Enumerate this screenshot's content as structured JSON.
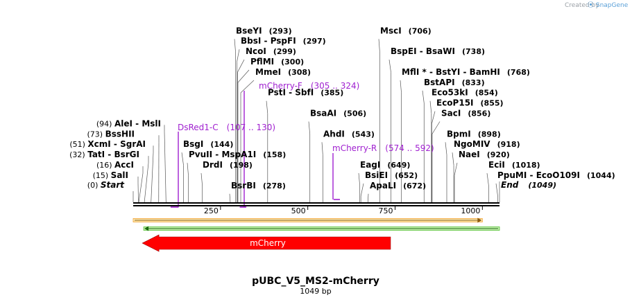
{
  "credit": {
    "prefix": "Created by",
    "brand": "SnapGene"
  },
  "map": {
    "title": "pUBC_V5_MS2-mCherry",
    "subtitle": "1049 bp",
    "length": 1049,
    "ticks": [
      250,
      500,
      750,
      1000
    ],
    "ends": [
      {
        "name": "Start",
        "pos": "(0)",
        "at": 0
      },
      {
        "name": "End",
        "pos": "(1049)",
        "at": 1049
      }
    ],
    "sites": [
      {
        "id": "sali",
        "names": [
          "SalI"
        ],
        "pos": "(15)",
        "at": 15,
        "side": "left"
      },
      {
        "id": "acci",
        "names": [
          "AccI"
        ],
        "pos": "(16)",
        "at": 16,
        "side": "left"
      },
      {
        "id": "tati",
        "names": [
          "TatI",
          "BsrGI"
        ],
        "pos": "(32)",
        "at": 32,
        "side": "left"
      },
      {
        "id": "xcmi",
        "names": [
          "XcmI",
          "SgrAI"
        ],
        "pos": "(51)",
        "at": 51,
        "side": "left"
      },
      {
        "id": "bsshii",
        "names": [
          "BssHII"
        ],
        "pos": "(73)",
        "at": 73,
        "side": "left"
      },
      {
        "id": "alei",
        "names": [
          "AleI",
          "MslI"
        ],
        "pos": "(94)",
        "at": 94,
        "side": "left"
      },
      {
        "id": "bsgi",
        "names": [
          "BsgI"
        ],
        "pos": "(144)",
        "at": 144,
        "side": "right"
      },
      {
        "id": "pvuii",
        "names": [
          "PvuII",
          "MspA1I"
        ],
        "pos": "(158)",
        "at": 158,
        "side": "right"
      },
      {
        "id": "drdi",
        "names": [
          "DrdI"
        ],
        "pos": "(198)",
        "at": 198,
        "side": "right"
      },
      {
        "id": "bsrbi",
        "names": [
          "BsrBI"
        ],
        "pos": "(278)",
        "at": 278,
        "side": "right"
      },
      {
        "id": "bseyi",
        "names": [
          "BseYI"
        ],
        "pos": "(293)",
        "at": 293,
        "side": "right"
      },
      {
        "id": "bbsi",
        "names": [
          "BbsI",
          "PspFI"
        ],
        "pos": "(297)",
        "at": 297,
        "side": "right"
      },
      {
        "id": "ncoi",
        "names": [
          "NcoI"
        ],
        "pos": "(299)",
        "at": 299,
        "side": "right"
      },
      {
        "id": "pflmi",
        "names": [
          "PflMI"
        ],
        "pos": "(300)",
        "at": 300,
        "side": "right"
      },
      {
        "id": "mmei",
        "names": [
          "MmeI"
        ],
        "pos": "(308)",
        "at": 308,
        "side": "right"
      },
      {
        "id": "psti",
        "names": [
          "PstI",
          "SbfI"
        ],
        "pos": "(385)",
        "at": 385,
        "side": "right"
      },
      {
        "id": "bsaai",
        "names": [
          "BsaAI"
        ],
        "pos": "(506)",
        "at": 506,
        "side": "right"
      },
      {
        "id": "ahdi",
        "names": [
          "AhdI"
        ],
        "pos": "(543)",
        "at": 543,
        "side": "right"
      },
      {
        "id": "eagi",
        "names": [
          "EagI"
        ],
        "pos": "(649)",
        "at": 649,
        "side": "right"
      },
      {
        "id": "bsiei",
        "names": [
          "BsiEI"
        ],
        "pos": "(652)",
        "at": 652,
        "side": "right"
      },
      {
        "id": "apali",
        "names": [
          "ApaLI"
        ],
        "pos": "(672)",
        "at": 672,
        "side": "right"
      },
      {
        "id": "msci",
        "names": [
          "MscI"
        ],
        "pos": "(706)",
        "at": 706,
        "side": "right"
      },
      {
        "id": "bspei",
        "names": [
          "BspEI",
          "BsaWI"
        ],
        "pos": "(738)",
        "at": 738,
        "side": "right"
      },
      {
        "id": "mfli",
        "names": [
          "MflI *",
          "BstYI",
          "BamHI"
        ],
        "pos": "(768)",
        "at": 768,
        "side": "right"
      },
      {
        "id": "bstapi",
        "names": [
          "BstAPI"
        ],
        "pos": "(833)",
        "at": 833,
        "side": "right"
      },
      {
        "id": "eco53ki",
        "names": [
          "Eco53kI"
        ],
        "pos": "(854)",
        "at": 854,
        "side": "right"
      },
      {
        "id": "ecop15i",
        "names": [
          "EcoP15I"
        ],
        "pos": "(855)",
        "at": 855,
        "side": "right"
      },
      {
        "id": "saci",
        "names": [
          "SacI"
        ],
        "pos": "(856)",
        "at": 856,
        "side": "right"
      },
      {
        "id": "bpmi",
        "names": [
          "BpmI"
        ],
        "pos": "(898)",
        "at": 898,
        "side": "right"
      },
      {
        "id": "ngomiv",
        "names": [
          "NgoMIV"
        ],
        "pos": "(918)",
        "at": 918,
        "side": "right"
      },
      {
        "id": "naei",
        "names": [
          "NaeI"
        ],
        "pos": "(920)",
        "at": 920,
        "side": "right"
      },
      {
        "id": "ecii",
        "names": [
          "EciI"
        ],
        "pos": "(1018)",
        "at": 1018,
        "side": "right"
      },
      {
        "id": "ppumi",
        "names": [
          "PpuMI",
          "EcoO109I"
        ],
        "pos": "(1044)",
        "at": 1044,
        "side": "right"
      }
    ],
    "primers": [
      {
        "id": "dsred1-c",
        "name": "DsRed1-C",
        "range": "(107 .. 130)",
        "start": 107,
        "end": 130,
        "direction": "reverse"
      },
      {
        "id": "mcherry-f",
        "name": "mCherry-F",
        "range": "(305 .. 324)",
        "start": 305,
        "end": 324,
        "direction": "reverse"
      },
      {
        "id": "mcherry-r",
        "name": "mCherry-R",
        "range": "(574 .. 592)",
        "start": 574,
        "end": 592,
        "direction": "forward"
      }
    ],
    "features": [
      {
        "id": "mcherry",
        "name": "mCherry",
        "start": 26,
        "end": 737,
        "direction": "reverse",
        "color": "#ff0000"
      }
    ],
    "orfs": [
      {
        "id": "orf-forward",
        "start": 0,
        "end": 1000,
        "direction": "forward",
        "color": "#f0a030"
      },
      {
        "id": "orf-reverse",
        "start": 30,
        "end": 1049,
        "direction": "reverse",
        "color": "#50c030"
      }
    ],
    "colors": {
      "primer": "#a020d0",
      "backbone": "#000000"
    }
  }
}
